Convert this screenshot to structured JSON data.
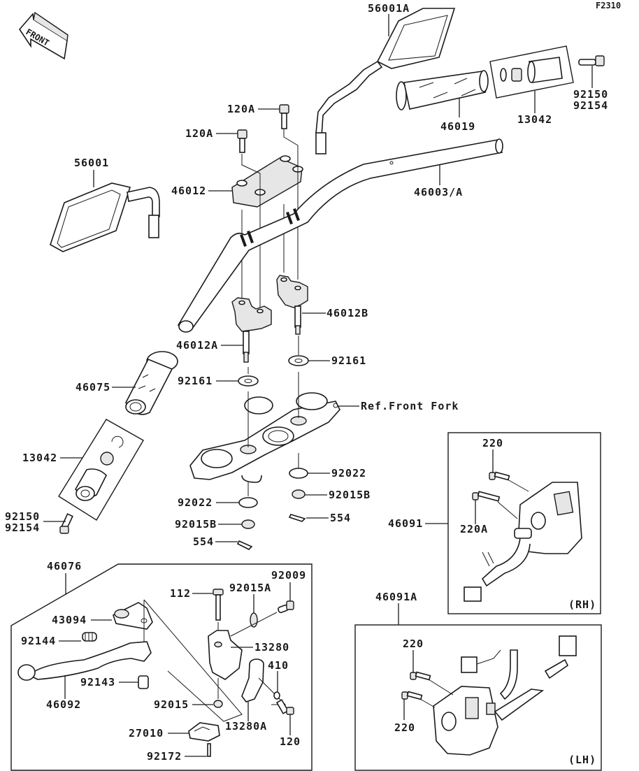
{
  "diagram": {
    "figure_id": "F2310",
    "front_indicator": "FRONT",
    "reference_note": "Ref.Front Fork",
    "groups": {
      "rh_switch": "(RH)",
      "lh_switch": "(LH)"
    },
    "parts": {
      "mirror_right": "56001A",
      "mirror_left": "56001",
      "throttle_grip": "46019",
      "weight_set_right": "13042",
      "end_bolt_right_a": "92150",
      "end_bolt_right_b": "92154",
      "bolt_upper_a": "120A",
      "bolt_upper_b": "120A",
      "handlebar": "46003/A",
      "holder_upper": "46012",
      "holder_left": "46012A",
      "holder_right": "46012B",
      "grip_left": "46075",
      "washer_left": "92161",
      "washer_right": "92161",
      "weight_set_left": "13042",
      "end_bolt_left_a": "92150",
      "end_bolt_left_b": "92154",
      "washer_lower_left": "92022",
      "washer_lower_right": "92022",
      "nut_left": "92015B",
      "nut_right": "92015B",
      "pin_left": "554",
      "pin_right": "554",
      "lever_assy": "46076",
      "adjuster": "43094",
      "spring": "92144",
      "lever": "46092",
      "collar": "92143",
      "bolt_112": "112",
      "nut_92015a": "92015A",
      "screw_92009": "92009",
      "lever_holder": "13280",
      "nut_92015": "92015",
      "washer_410": "410",
      "holder_13280a": "13280A",
      "bolt_120": "120",
      "switch_27010": "27010",
      "screw_92172": "92172",
      "switch_rh": "46091",
      "screw_rh_220": "220",
      "screw_rh_220a": "220A",
      "switch_lh": "46091A",
      "screw_lh_220_top": "220",
      "screw_lh_220_bottom": "220"
    }
  }
}
